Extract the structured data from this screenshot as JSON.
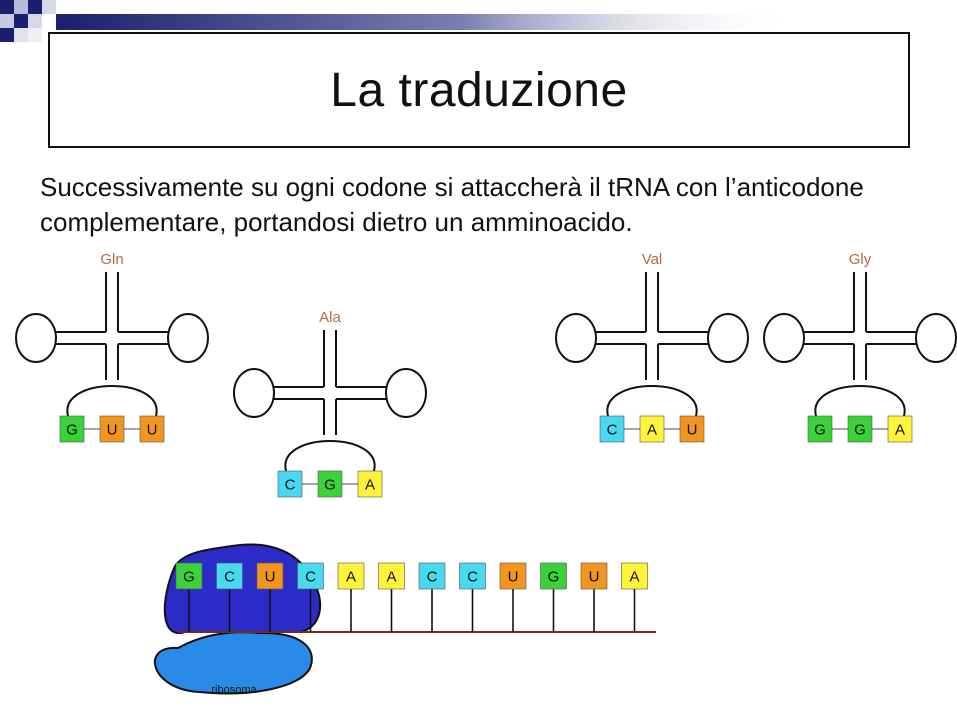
{
  "slide": {
    "title": "La traduzione",
    "body": "Successivamente su ogni codone si attaccherà il tRNA con l’anticodone complementare, portandosi dietro un amminoacido."
  },
  "base_colors": {
    "G": "#3ad23a",
    "U": "#f0961e",
    "C": "#48d8f0",
    "A": "#fff23a"
  },
  "trnas": [
    {
      "amino_acid": "Gln",
      "anticodon": [
        "G",
        "U",
        "U"
      ]
    },
    {
      "amino_acid": "Ala",
      "anticodon": [
        "C",
        "G",
        "A"
      ]
    },
    {
      "amino_acid": "Val",
      "anticodon": [
        "C",
        "A",
        "U"
      ]
    },
    {
      "amino_acid": "Gly",
      "anticodon": [
        "G",
        "G",
        "A"
      ]
    }
  ],
  "mrna": {
    "bases": [
      "G",
      "C",
      "U",
      "C",
      "A",
      "A",
      "C",
      "C",
      "U",
      "G",
      "U",
      "A"
    ]
  },
  "ribosome": {
    "label": "ribosoma",
    "color_top": "#2b2bc8",
    "color_bottom": "#2a8ae8"
  },
  "amino_label_color": "#b86a3a"
}
